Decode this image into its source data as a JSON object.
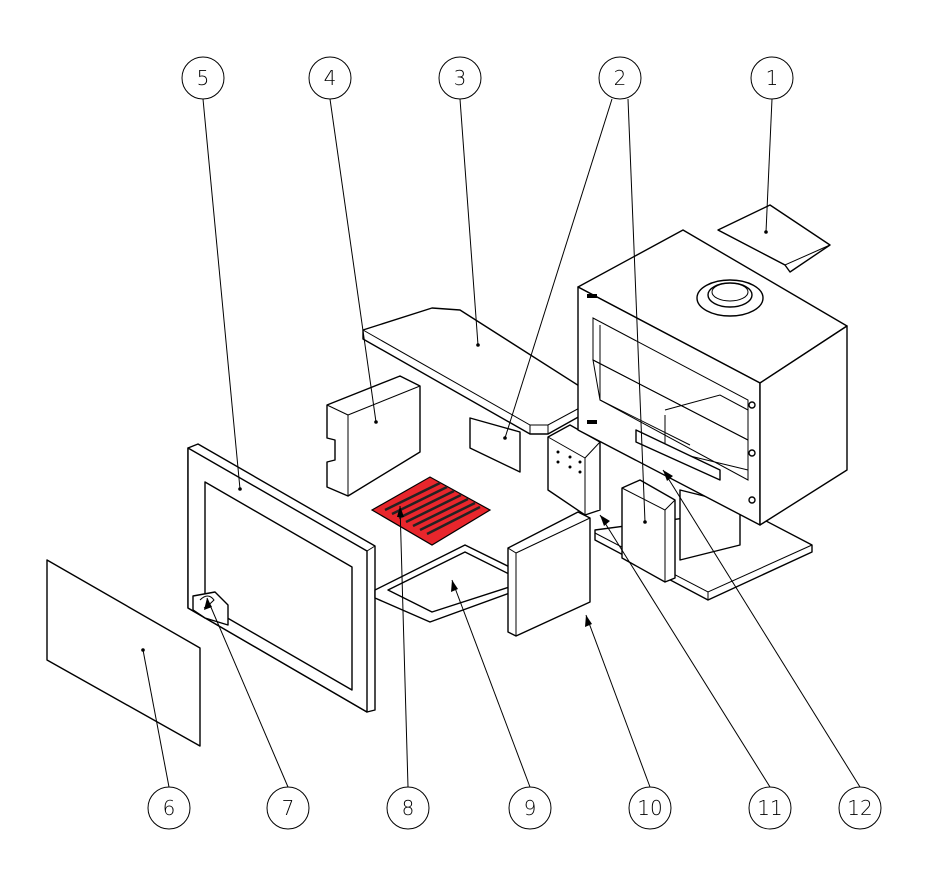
{
  "diagram": {
    "type": "exploded-view",
    "balloons": [
      "1",
      "2",
      "3",
      "4",
      "5",
      "6",
      "7",
      "8",
      "9",
      "10",
      "11",
      "12"
    ],
    "colors": {
      "line": "#000000",
      "grate_highlight": "#e8262c",
      "background": "#ffffff"
    }
  }
}
